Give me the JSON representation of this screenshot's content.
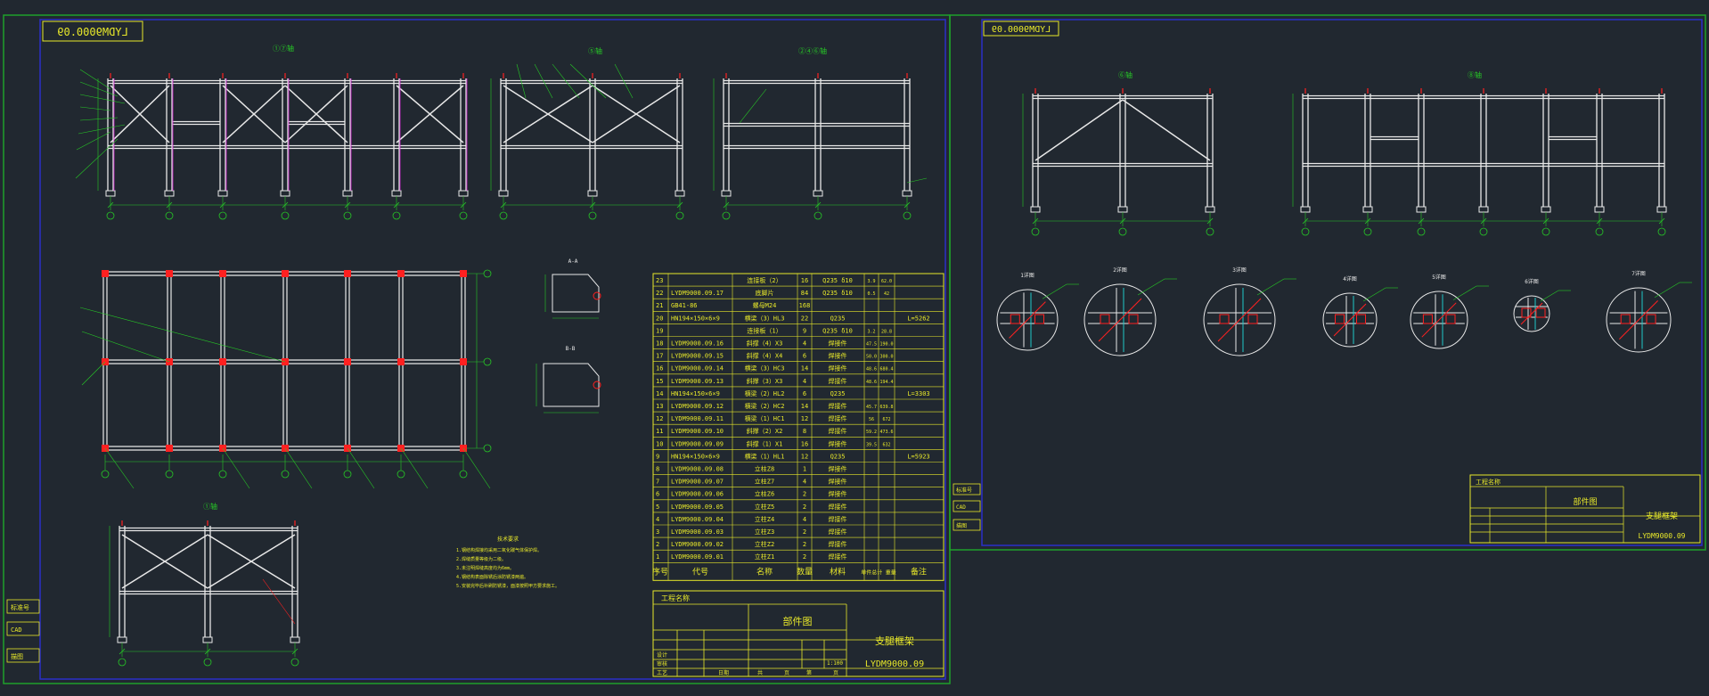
{
  "sheet1": {
    "title_tag": "LYDM9000.09",
    "view_titles": [
      "①⑦轴",
      "⑤轴",
      "②④⑥轴",
      "①轴"
    ],
    "sections": [
      "A-A",
      "B-B"
    ],
    "notes_title": "技术要求",
    "notes": [
      "1.钢结构焊接均采用二氧化碳气体保护焊。",
      "2.焊缝质量等级为二级。",
      "3.未注明焊缝高度均为6mm。",
      "4.钢结构表面除锈后涂防锈漆两遍。",
      "5.安装完毕后补刷防锈漆，面漆按照甲方要求施工。"
    ],
    "bom_header": [
      "序号",
      "代号",
      "名称",
      "数量",
      "材料",
      "单件总计 重量",
      "备注"
    ],
    "bom_rows": [
      [
        "23",
        "",
        "连接板（2）",
        "16",
        "Q235 δ10",
        "3.9",
        "62.0",
        ""
      ],
      [
        "22",
        "LYDM9000.09.17",
        "底脚片",
        "84",
        "Q235 δ10",
        "0.5",
        "42",
        ""
      ],
      [
        "21",
        "GB41-86",
        "螺母M24",
        "168",
        "",
        "",
        "",
        ""
      ],
      [
        "20",
        "HN194×150×6×9",
        "横梁（3）HL3",
        "22",
        "Q235",
        "",
        "",
        "L=5262"
      ],
      [
        "19",
        "",
        "连接板（1）",
        "9",
        "Q235 δ10",
        "3.2",
        "28.8",
        ""
      ],
      [
        "18",
        "LYDM9000.09.16",
        "斜撑（4）X3",
        "4",
        "焊接件",
        "47.5",
        "190.0",
        ""
      ],
      [
        "17",
        "LYDM9000.09.15",
        "斜撑（4）X4",
        "6",
        "焊接件",
        "50.0",
        "300.0",
        ""
      ],
      [
        "16",
        "LYDM9000.09.14",
        "横梁（3）HC3",
        "14",
        "焊接件",
        "48.6",
        "680.4",
        ""
      ],
      [
        "15",
        "LYDM9000.09.13",
        "斜撑（3）X3",
        "4",
        "焊接件",
        "48.6",
        "194.4",
        ""
      ],
      [
        "14",
        "HN194×150×6×9",
        "横梁（2）HL2",
        "6",
        "Q235",
        "",
        "",
        "L=3303"
      ],
      [
        "13",
        "LYDM9000.09.12",
        "横梁（2）HC2",
        "14",
        "焊接件",
        "45.7",
        "639.8",
        ""
      ],
      [
        "12",
        "LYDM9000.09.11",
        "横梁（1）HC1",
        "12",
        "焊接件",
        "56",
        "672",
        ""
      ],
      [
        "11",
        "LYDM9000.09.10",
        "斜撑（2）X2",
        "8",
        "焊接件",
        "59.2",
        "473.6",
        ""
      ],
      [
        "10",
        "LYDM9000.09.09",
        "斜撑（1）X1",
        "16",
        "焊接件",
        "39.5",
        "632",
        ""
      ],
      [
        "9",
        "HN194×150×6×9",
        "横梁（1）HL1",
        "12",
        "Q235",
        "",
        "",
        "L=5923"
      ],
      [
        "8",
        "LYDM9000.09.08",
        "立柱Z8",
        "1",
        "焊接件",
        "",
        "",
        ""
      ],
      [
        "7",
        "LYDM9000.09.07",
        "立柱Z7",
        "4",
        "焊接件",
        "",
        "",
        ""
      ],
      [
        "6",
        "LYDM9000.09.06",
        "立柱Z6",
        "2",
        "焊接件",
        "",
        "",
        ""
      ],
      [
        "5",
        "LYDM9000.09.05",
        "立柱Z5",
        "2",
        "焊接件",
        "",
        "",
        ""
      ],
      [
        "4",
        "LYDM9000.09.04",
        "立柱Z4",
        "4",
        "焊接件",
        "",
        "",
        ""
      ],
      [
        "3",
        "LYDM9000.09.03",
        "立柱Z3",
        "2",
        "焊接件",
        "",
        "",
        ""
      ],
      [
        "2",
        "LYDM9000.09.02",
        "立柱Z2",
        "2",
        "焊接件",
        "",
        "",
        ""
      ],
      [
        "1",
        "LYDM9000.09.01",
        "立柱Z1",
        "2",
        "焊接件",
        "",
        "",
        ""
      ]
    ],
    "title_block": {
      "company": "工程名称",
      "drawing_type": "部件图",
      "part_name": "支腿框架",
      "drawing_no": "LYDM9000.09",
      "scale": "1:100",
      "sheet_labels": [
        "共",
        "页",
        "第",
        "页"
      ],
      "role_labels": [
        "设计",
        "审核",
        "工艺",
        "日期"
      ]
    },
    "side_labels": [
      "标准号",
      "CAD",
      "描图"
    ]
  },
  "sheet2": {
    "title_tag": "LYDM9000.09",
    "view_titles": [
      "⑥轴",
      "⑧轴"
    ],
    "details": [
      "1详图",
      "2详图",
      "3详图",
      "4详图",
      "5详图",
      "6详图",
      "7详图"
    ],
    "title_block": {
      "company": "工程名称",
      "drawing_type": "部件图",
      "part_name": "支腿框架",
      "drawing_no": "LYDM9000.09"
    },
    "side_labels": [
      "标准号",
      "CAD",
      "描图"
    ]
  },
  "colors": {
    "background": "#212830",
    "frame_outer": "#1fa02a",
    "frame_inner": "#2a2fc8",
    "text": "#e8e82a",
    "member": "#e8e8e8",
    "dim": "#26c826",
    "accent": "#ff2020",
    "magenta": "#d020d0"
  }
}
